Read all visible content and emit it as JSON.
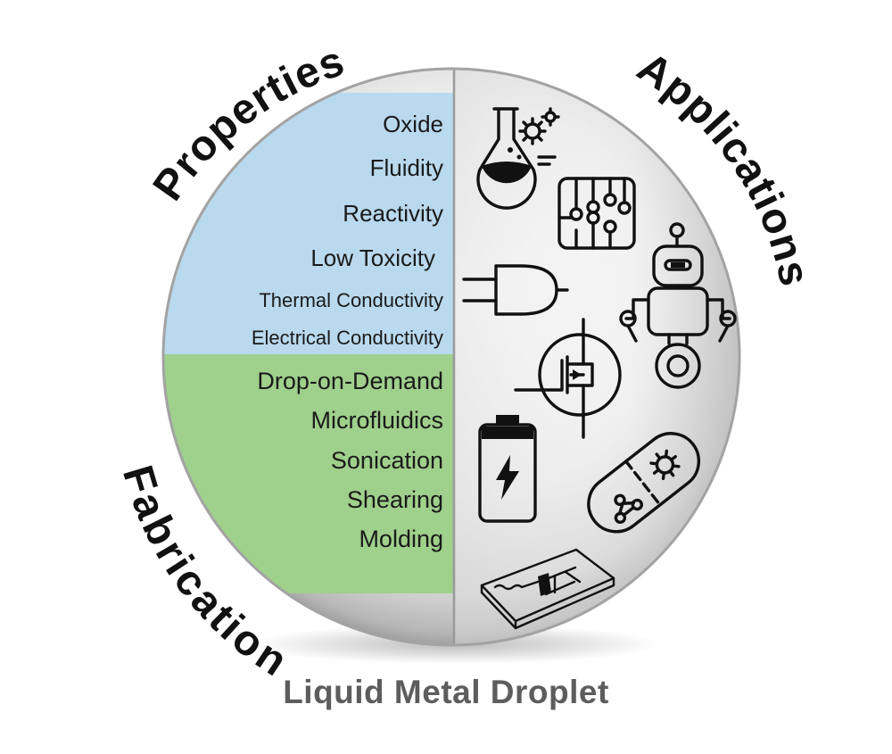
{
  "headings": {
    "properties": "Properties",
    "applications": "Applications",
    "fabrication": "Fabrication"
  },
  "properties": [
    "Oxide",
    "Fluidity",
    "Reactivity",
    "Low Toxicity",
    "Thermal Conductivity",
    "Electrical Conductivity"
  ],
  "fabrication": [
    "Drop-on-Demand",
    "Microfluidics",
    "Sonication",
    "Shearing",
    "Molding"
  ],
  "caption": "Liquid Metal Droplet",
  "colors": {
    "properties_panel": "#b9d9ee",
    "fabrication_panel": "#9fd08c",
    "sphere_light": "#f4f4f4",
    "sphere_dark": "#8c8c8c",
    "caption_text": "#5d5d5d"
  },
  "icons": [
    "chemistry-flask-icon",
    "circuit-board-icon",
    "plug-icon",
    "robot-icon",
    "transistor-icon",
    "battery-icon",
    "pill-capsule-icon",
    "flexible-circuit-chip-icon"
  ]
}
